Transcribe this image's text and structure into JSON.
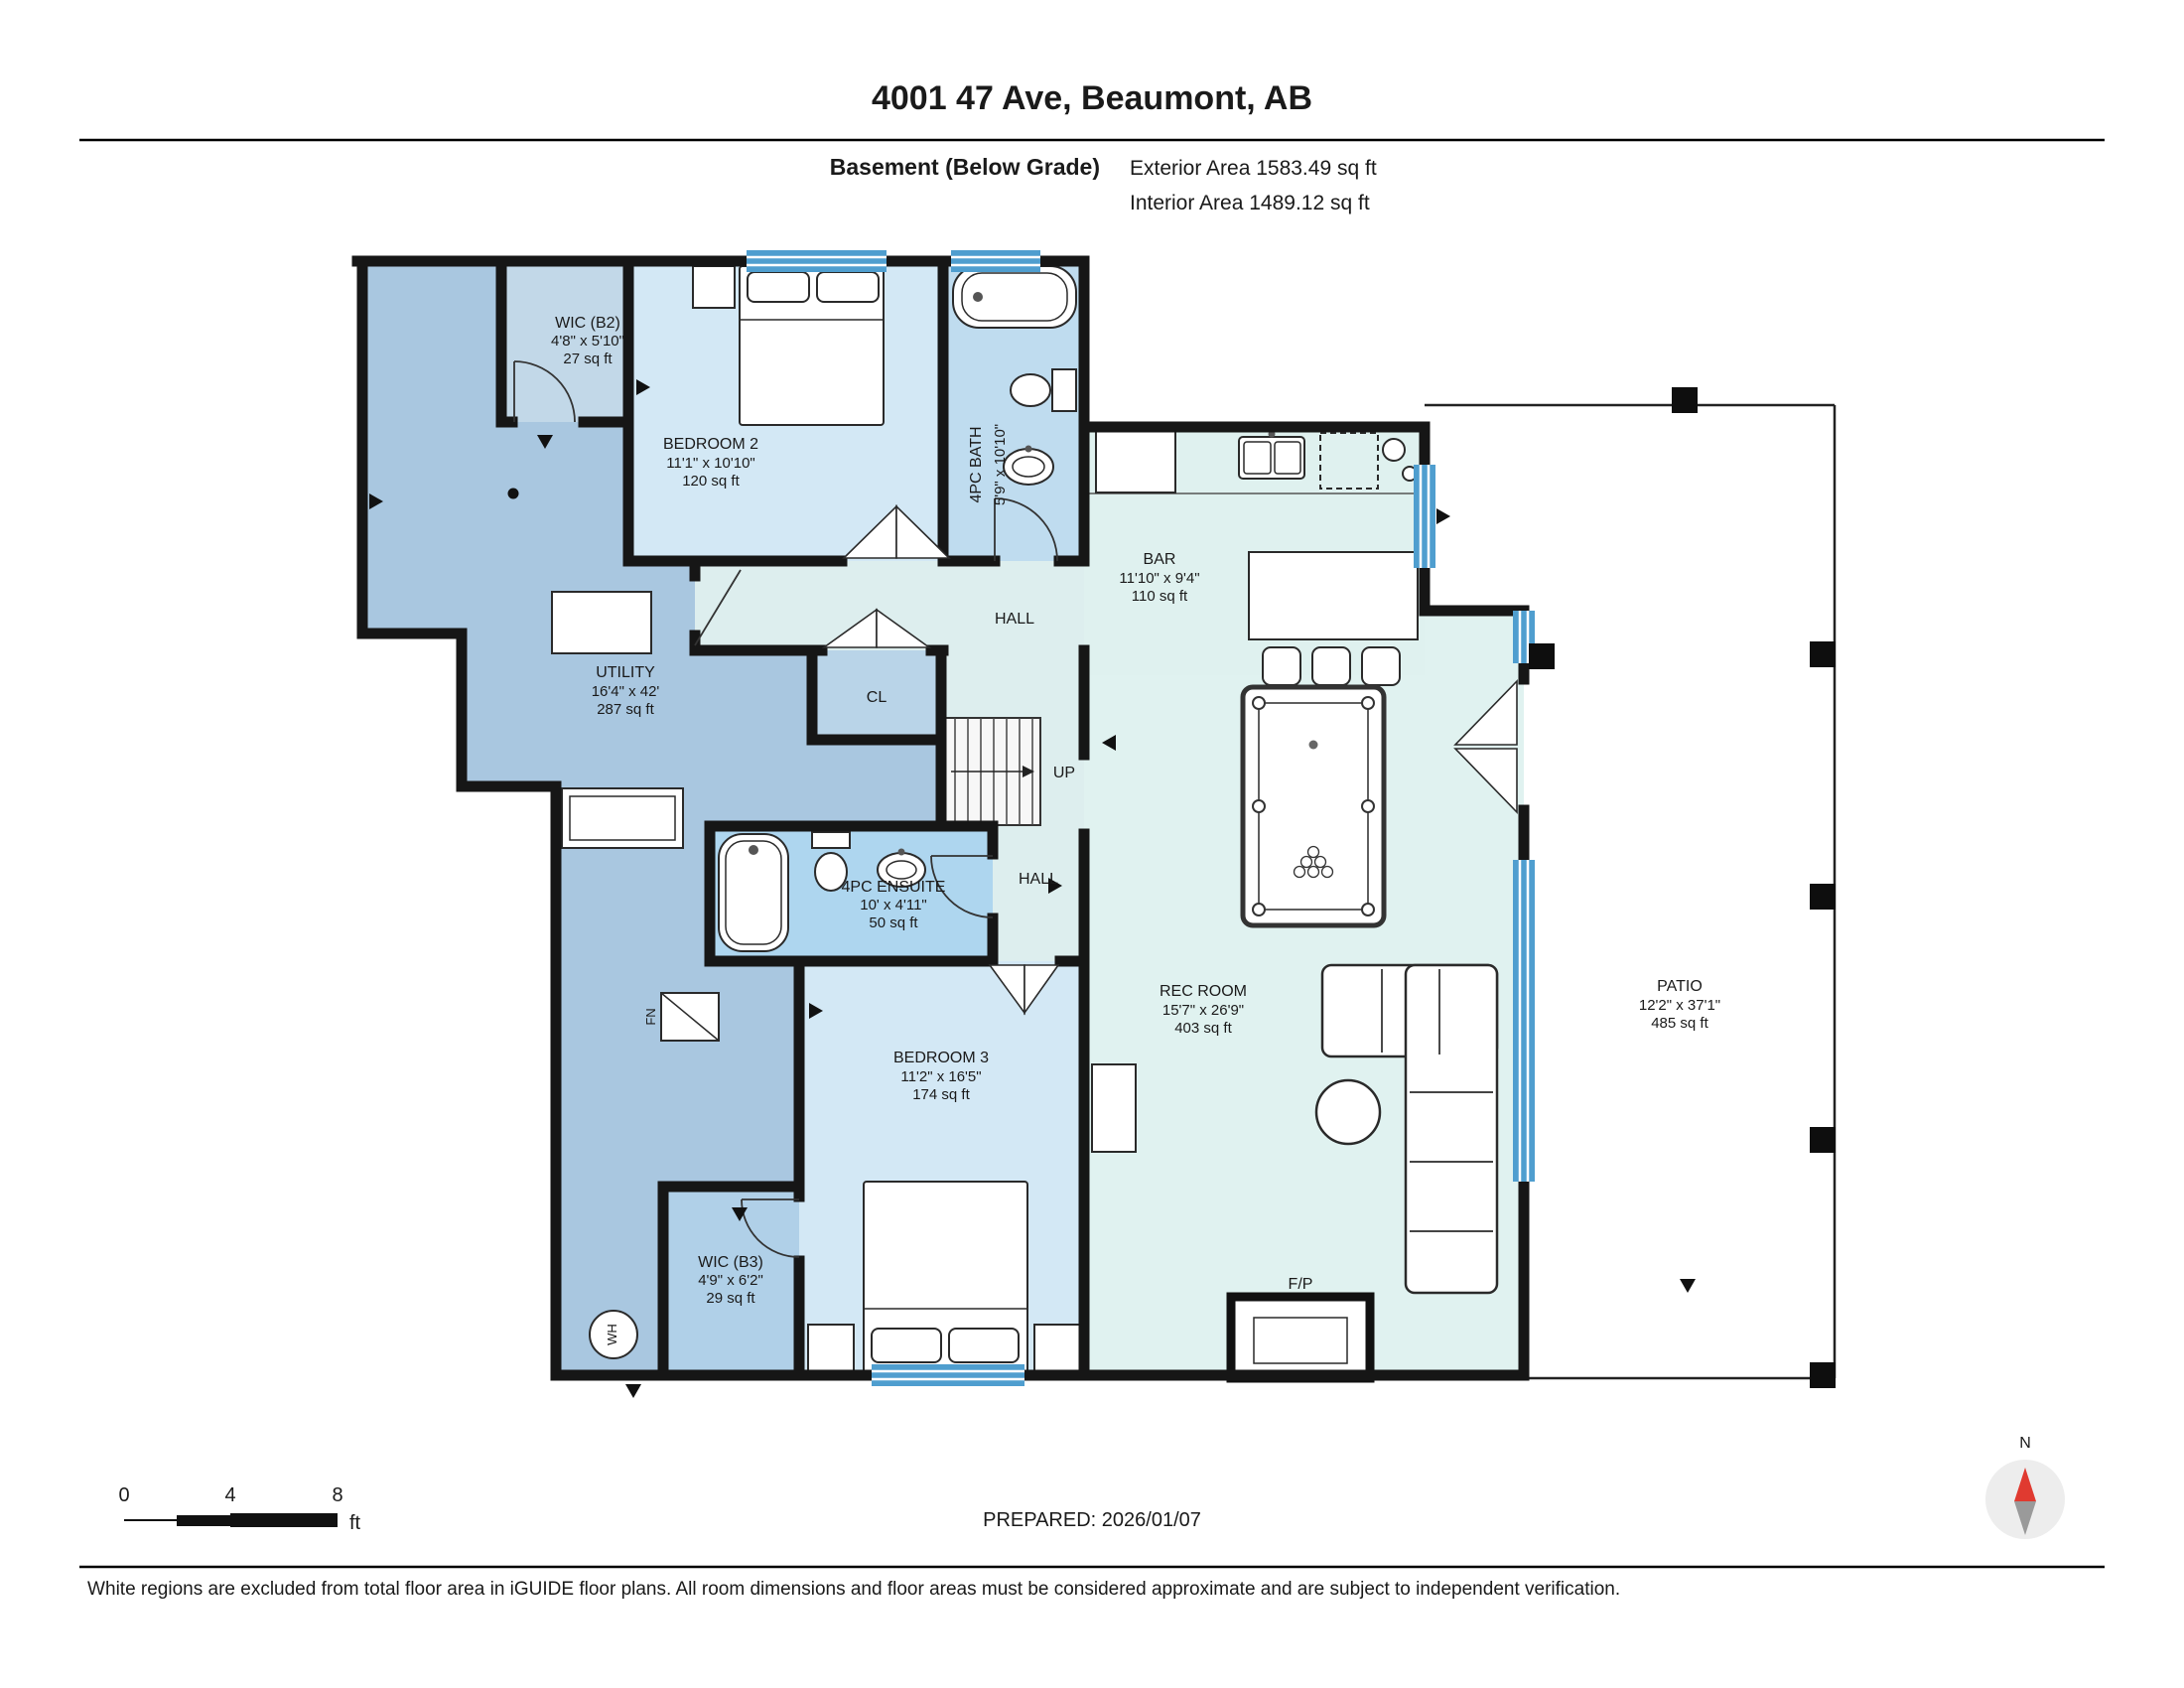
{
  "header": {
    "title": "4001 47 Ave, Beaumont, AB",
    "floor_label": "Basement (Below Grade)",
    "exterior_area": "Exterior Area 1583.49 sq ft",
    "interior_area": "Interior Area 1489.12 sq ft"
  },
  "rooms": {
    "wic_b2": {
      "name": "WIC (B2)",
      "dims": "4'8\" x 5'10\"",
      "area": "27 sq ft"
    },
    "bedroom2": {
      "name": "BEDROOM 2",
      "dims": "11'1\" x 10'10\"",
      "area": "120 sq ft"
    },
    "bath": {
      "name": "4PC BATH",
      "dims": "5'9\" x 10'10\""
    },
    "hall_upper": {
      "name": "HALL"
    },
    "utility": {
      "name": "UTILITY",
      "dims": "16'4\" x 42'",
      "area": "287 sq ft"
    },
    "cl": {
      "name": "CL"
    },
    "stairs": {
      "name": "UP"
    },
    "hall_lower": {
      "name": "HALL"
    },
    "ensuite": {
      "name": "4PC ENSUITE",
      "dims": "10' x 4'11\"",
      "area": "50 sq ft"
    },
    "bedroom3": {
      "name": "BEDROOM 3",
      "dims": "11'2\" x 16'5\"",
      "area": "174 sq ft"
    },
    "wic_b3": {
      "name": "WIC (B3)",
      "dims": "4'9\" x 6'2\"",
      "area": "29 sq ft"
    },
    "bar": {
      "name": "BAR",
      "dims": "11'10\" x 9'4\"",
      "area": "110 sq ft"
    },
    "rec_room": {
      "name": "REC ROOM",
      "dims": "15'7\" x 26'9\"",
      "area": "403 sq ft"
    },
    "patio": {
      "name": "PATIO",
      "dims": "12'2\" x 37'1\"",
      "area": "485 sq ft"
    }
  },
  "fixtures": {
    "fireplace": "F/P",
    "water_heater": "WH",
    "furnace": "FN"
  },
  "scale_bar": {
    "zero": "0",
    "four": "4",
    "eight": "8",
    "unit": "ft"
  },
  "prepared": "PREPARED: 2026/01/07",
  "compass_label": "N",
  "footer": {
    "lead": "W",
    "rest": "hite regions are excluded from total floor area in iGUIDE floor plans. All room dimensions and floor areas must be considered approximate and are subject to independent verification."
  },
  "colors": {
    "wall": "#161616",
    "window": "#4f9ecf",
    "compass_north": "#e03a30"
  }
}
